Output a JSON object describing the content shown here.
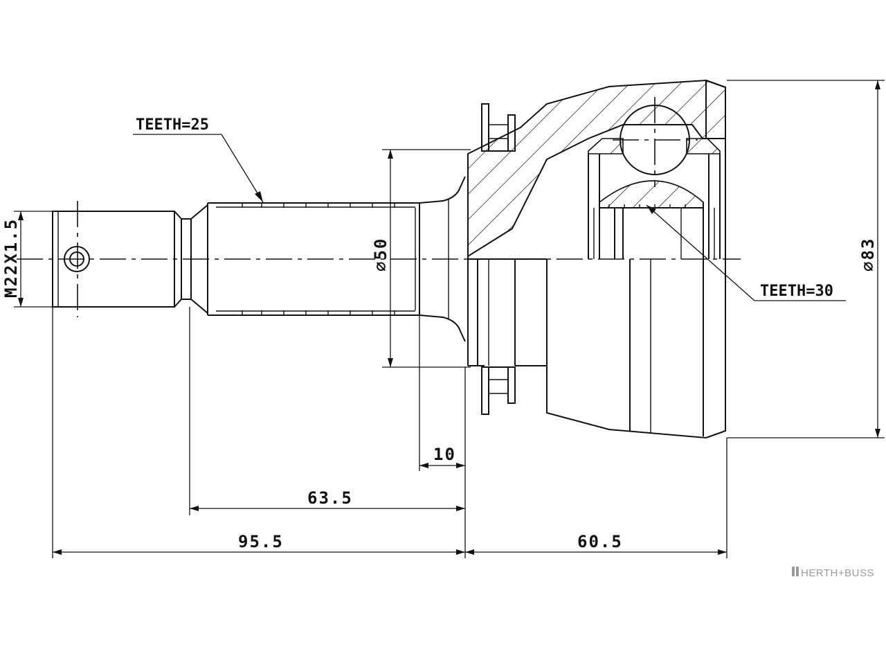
{
  "diagram": {
    "labels": {
      "teeth_shaft": "TEETH=25",
      "teeth_inner": "TEETH=30",
      "thread": "M22X1.5",
      "diameter_shaft": "⌀50",
      "diameter_housing": "⌀83"
    },
    "dimensions": {
      "d10": "10",
      "d63_5": "63.5",
      "d95_5": "95.5",
      "d60_5": "60.5"
    },
    "brand": "HERTH+BUSS"
  }
}
